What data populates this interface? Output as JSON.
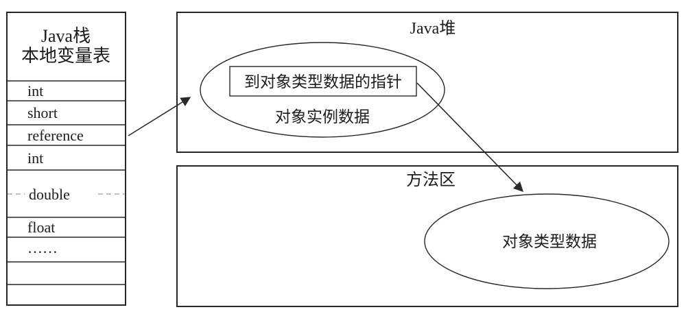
{
  "diagram": {
    "stack": {
      "title_line1": "Java栈",
      "title_line2": "本地变量表",
      "rows": [
        {
          "label": "int"
        },
        {
          "label": "short"
        },
        {
          "label": "reference"
        },
        {
          "label": "int"
        },
        {
          "label": "double"
        },
        {
          "label": "float"
        },
        {
          "label": "……"
        },
        {
          "label": ""
        },
        {
          "label": ""
        }
      ]
    },
    "heap": {
      "title": "Java堆",
      "pointer_box_label": "到对象类型数据的指针",
      "instance_data_label": "对象实例数据"
    },
    "method_area": {
      "title": "方法区",
      "type_data_label": "对象类型数据"
    },
    "colors": {
      "line": "#262626",
      "dashed_line": "#999999",
      "text": "#1c1c1c",
      "background": "#ffffff"
    }
  }
}
